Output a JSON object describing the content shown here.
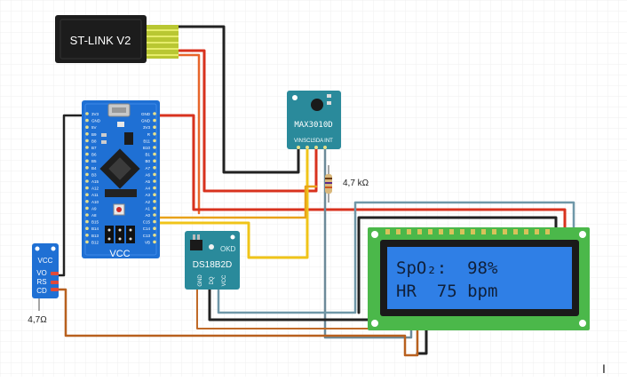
{
  "programmer": {
    "label": "ST-LINK V2"
  },
  "sensor_max": {
    "label": "MAX3010D",
    "pins": [
      "VIN",
      "SCL",
      "SDA",
      "INT"
    ]
  },
  "mcu": {
    "label": "VCC",
    "left_pins": [
      "3V3",
      "GND",
      "5V",
      "B9",
      "B8",
      "B7",
      "B6",
      "B5",
      "B4",
      "B3",
      "A15",
      "A12",
      "A11",
      "A10",
      "A9",
      "A8",
      "B15",
      "B14",
      "B13",
      "B12"
    ],
    "right_pins": [
      "GND",
      "GND",
      "3V3",
      "R",
      "B11",
      "B10",
      "B1",
      "B0",
      "A7",
      "A6",
      "A5",
      "A4",
      "A3",
      "A2",
      "A1",
      "A0",
      "C15",
      "C14",
      "C13",
      "VB"
    ]
  },
  "resistor_top": {
    "label": "4,7 kΩ"
  },
  "temp_sensor": {
    "label": "DS18B2D",
    "badge": "OKD",
    "pins": [
      "GND",
      "DQ",
      "VCC"
    ]
  },
  "small_module": {
    "pins": [
      "VCC",
      "VO",
      "RS",
      "CD"
    ],
    "resistor_label": "4,7Ω"
  },
  "lcd": {
    "line1": "SpO₂:  98%",
    "line2": "HR  75 bpm"
  },
  "cursor_glyph": "I"
}
